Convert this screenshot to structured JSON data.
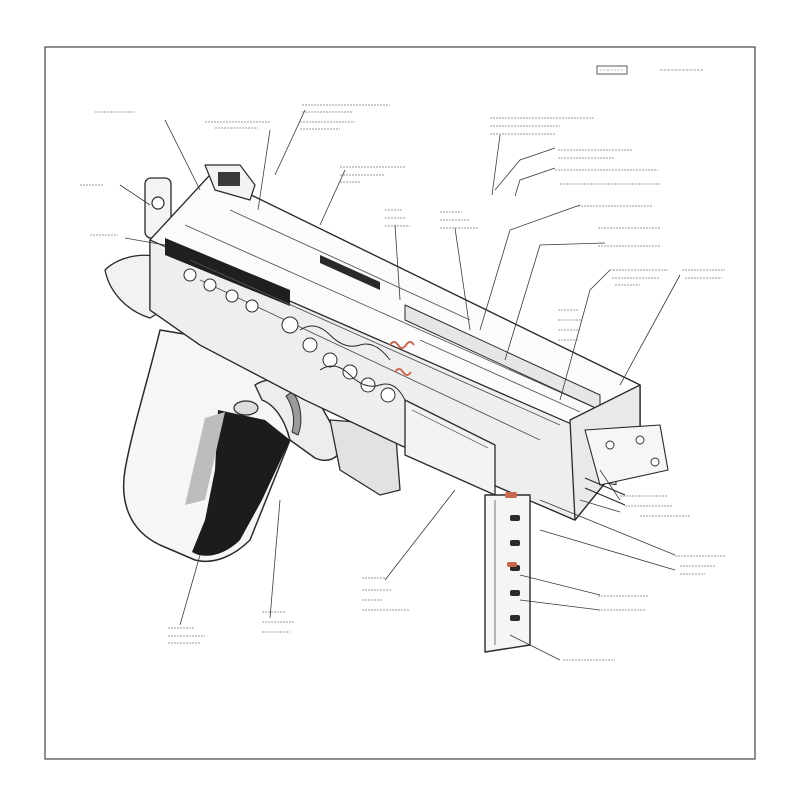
{
  "colors": {
    "ink": "#2a2a2a",
    "light_ink": "#8a8a8a",
    "frame": "#444444",
    "grip_dark": "#1c1c1c",
    "accent": "#c9684f",
    "paper": "#ffffff"
  },
  "diagram": {
    "subject": "cutaway-weapon-illustration",
    "title_block": [
      "",
      ""
    ],
    "callouts": [
      {
        "id": "c1",
        "text": ""
      },
      {
        "id": "c2",
        "text": ""
      },
      {
        "id": "c3",
        "text": ""
      },
      {
        "id": "c4",
        "text": ""
      },
      {
        "id": "c5",
        "text": ""
      },
      {
        "id": "c6",
        "text": ""
      },
      {
        "id": "c7",
        "text": ""
      },
      {
        "id": "c8",
        "text": ""
      },
      {
        "id": "c9",
        "text": ""
      },
      {
        "id": "c10",
        "text": ""
      },
      {
        "id": "c11",
        "text": ""
      },
      {
        "id": "c12",
        "text": ""
      },
      {
        "id": "c13",
        "text": ""
      },
      {
        "id": "c14",
        "text": ""
      },
      {
        "id": "c15",
        "text": ""
      },
      {
        "id": "c16",
        "text": ""
      },
      {
        "id": "c17",
        "text": ""
      },
      {
        "id": "c18",
        "text": ""
      },
      {
        "id": "c19",
        "text": ""
      },
      {
        "id": "c20",
        "text": ""
      },
      {
        "id": "c21",
        "text": ""
      },
      {
        "id": "c22",
        "text": ""
      },
      {
        "id": "c23",
        "text": ""
      },
      {
        "id": "c24",
        "text": ""
      }
    ]
  }
}
